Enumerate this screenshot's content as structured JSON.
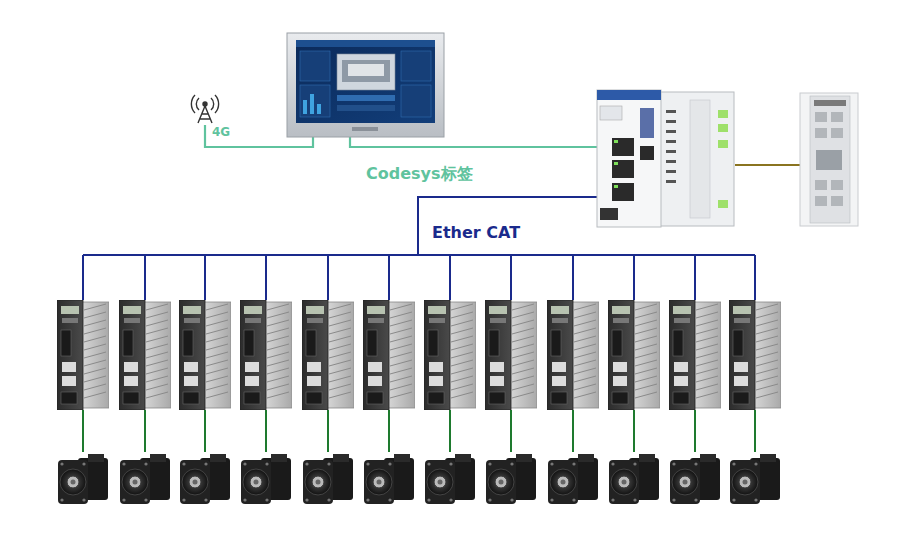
{
  "diagram": {
    "labels": [
      "4G",
      "Codesys标签",
      "Ether CAT"
    ]
  }
}
